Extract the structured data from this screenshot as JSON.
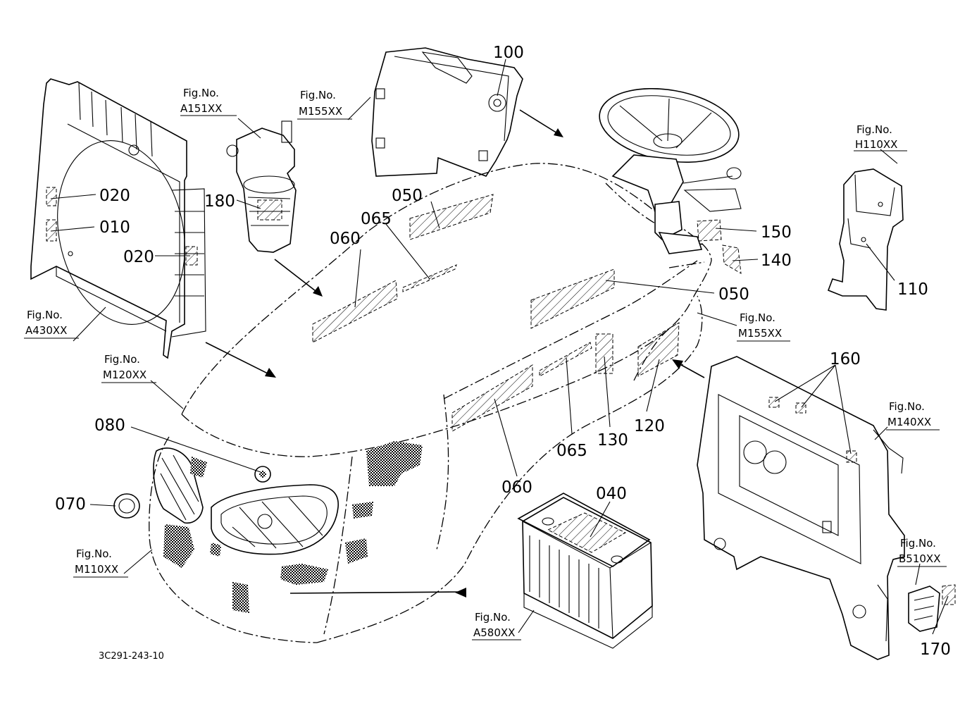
{
  "diagram": {
    "drawing_code": "3C291-243-10",
    "callouts": [
      {
        "id": "c020a",
        "label": "020"
      },
      {
        "id": "c010",
        "label": "010"
      },
      {
        "id": "c020b",
        "label": "020"
      },
      {
        "id": "c180",
        "label": "180"
      },
      {
        "id": "c100",
        "label": "100"
      },
      {
        "id": "c050a",
        "label": "050"
      },
      {
        "id": "c065a",
        "label": "065"
      },
      {
        "id": "c060a",
        "label": "060"
      },
      {
        "id": "c150",
        "label": "150"
      },
      {
        "id": "c140",
        "label": "140"
      },
      {
        "id": "c050b",
        "label": "050"
      },
      {
        "id": "c110",
        "label": "110"
      },
      {
        "id": "c160",
        "label": "160"
      },
      {
        "id": "c080",
        "label": "080"
      },
      {
        "id": "c070",
        "label": "070"
      },
      {
        "id": "c060b",
        "label": "060"
      },
      {
        "id": "c065b",
        "label": "065"
      },
      {
        "id": "c130",
        "label": "130"
      },
      {
        "id": "c120",
        "label": "120"
      },
      {
        "id": "c040",
        "label": "040"
      },
      {
        "id": "c170",
        "label": "170"
      }
    ],
    "figure_refs": [
      {
        "id": "fA151",
        "prefix": "Fig.No.",
        "code": "A151XX"
      },
      {
        "id": "fM155a",
        "prefix": "Fig.No.",
        "code": "M155XX"
      },
      {
        "id": "fH110",
        "prefix": "Fig.No.",
        "code": "H110XX"
      },
      {
        "id": "fA430",
        "prefix": "Fig.No.",
        "code": "A430XX"
      },
      {
        "id": "fM120",
        "prefix": "Fig.No.",
        "code": "M120XX"
      },
      {
        "id": "fM155b",
        "prefix": "Fig.No.",
        "code": "M155XX"
      },
      {
        "id": "fM140",
        "prefix": "Fig.No.",
        "code": "M140XX"
      },
      {
        "id": "fM110",
        "prefix": "Fig.No.",
        "code": "M110XX"
      },
      {
        "id": "fB510",
        "prefix": "Fig.No.",
        "code": "B510XX"
      },
      {
        "id": "fA580",
        "prefix": "Fig.No.",
        "code": "A580XX"
      }
    ]
  }
}
